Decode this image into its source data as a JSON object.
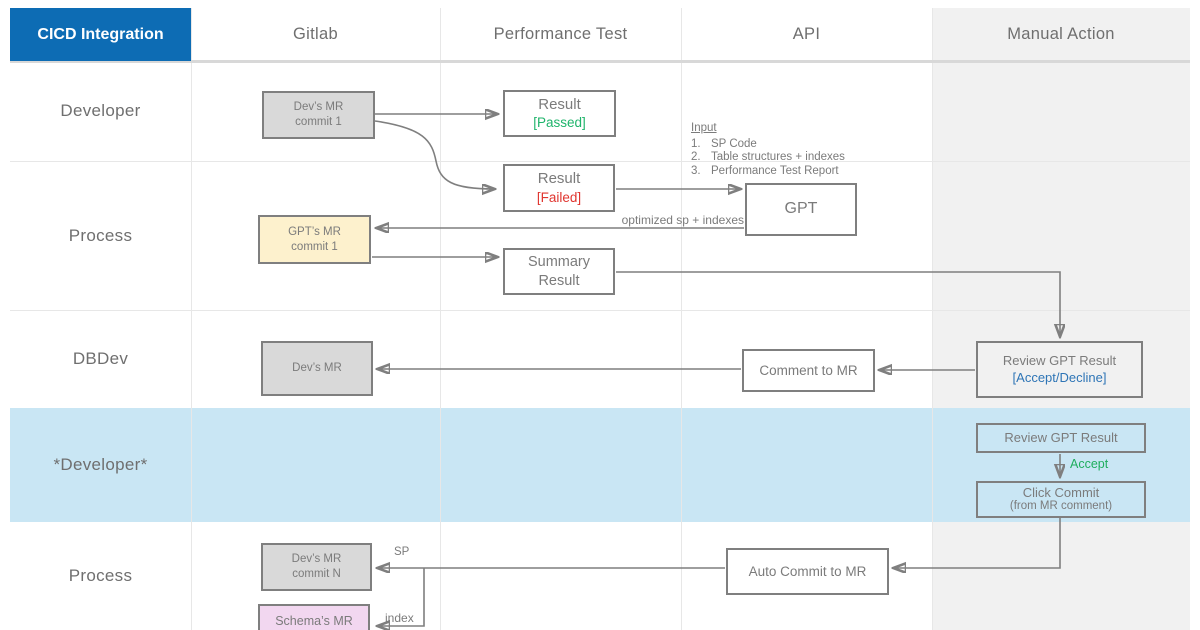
{
  "title": "CICD Integration",
  "columns": [
    "Gitlab",
    "Performance Test",
    "API",
    "Manual Action"
  ],
  "lanes": [
    "Developer",
    "Process",
    "DBDev",
    "*Developer*",
    "Process"
  ],
  "boxes": {
    "dev_mr_commit1": {
      "line1": "Dev’s MR",
      "line2": "commit 1"
    },
    "result_passed": {
      "title": "Result",
      "status": "[Passed]"
    },
    "result_failed": {
      "title": "Result",
      "status": "[Failed]"
    },
    "gpt": {
      "label": "GPT"
    },
    "gpt_mr_commit1": {
      "line1": "GPT’s MR",
      "line2": "commit 1"
    },
    "summary_result": {
      "line1": "Summary",
      "line2": "Result"
    },
    "dev_mr": {
      "label": "Dev’s MR"
    },
    "comment_to_mr": {
      "label": "Comment to MR"
    },
    "review_gpt_result_decision": {
      "line1": "Review GPT Result",
      "line2": "[Accept/Decline]"
    },
    "review_gpt_result": {
      "label": "Review GPT Result"
    },
    "click_commit": {
      "line1": "Click Commit",
      "line2": "(from MR comment)"
    },
    "auto_commit_to_mr": {
      "label": "Auto Commit to MR"
    },
    "dev_mr_commitN": {
      "line1": "Dev’s MR",
      "line2": "commit N"
    },
    "schema_mr": {
      "label": "Schema’s MR"
    }
  },
  "annotations": {
    "input_title": "Input",
    "input_items": [
      "SP Code",
      "Table structures + indexes",
      "Performance Test Report"
    ],
    "optimized_label": "optimized sp + indexes",
    "accept_label": "Accept",
    "sp_label": "SP",
    "index_label": "index"
  },
  "colors": {
    "header-blue": "#0d6cb4",
    "lane-blue": "#c9e6f4",
    "column-gray": "#f1f1f1",
    "box-gray": "#d9d9d9",
    "box-yellow": "#fdf1cd",
    "box-pink": "#f2d7f0",
    "border-gray": "#7f7f7f",
    "passed-green": "#1fb46b",
    "failed-red": "#e0352f",
    "accept-green": "#1fae5e",
    "decision-blue": "#2e75b6",
    "text-gray": "#7b7b7b",
    "label-gray": "#6f6f6f"
  }
}
